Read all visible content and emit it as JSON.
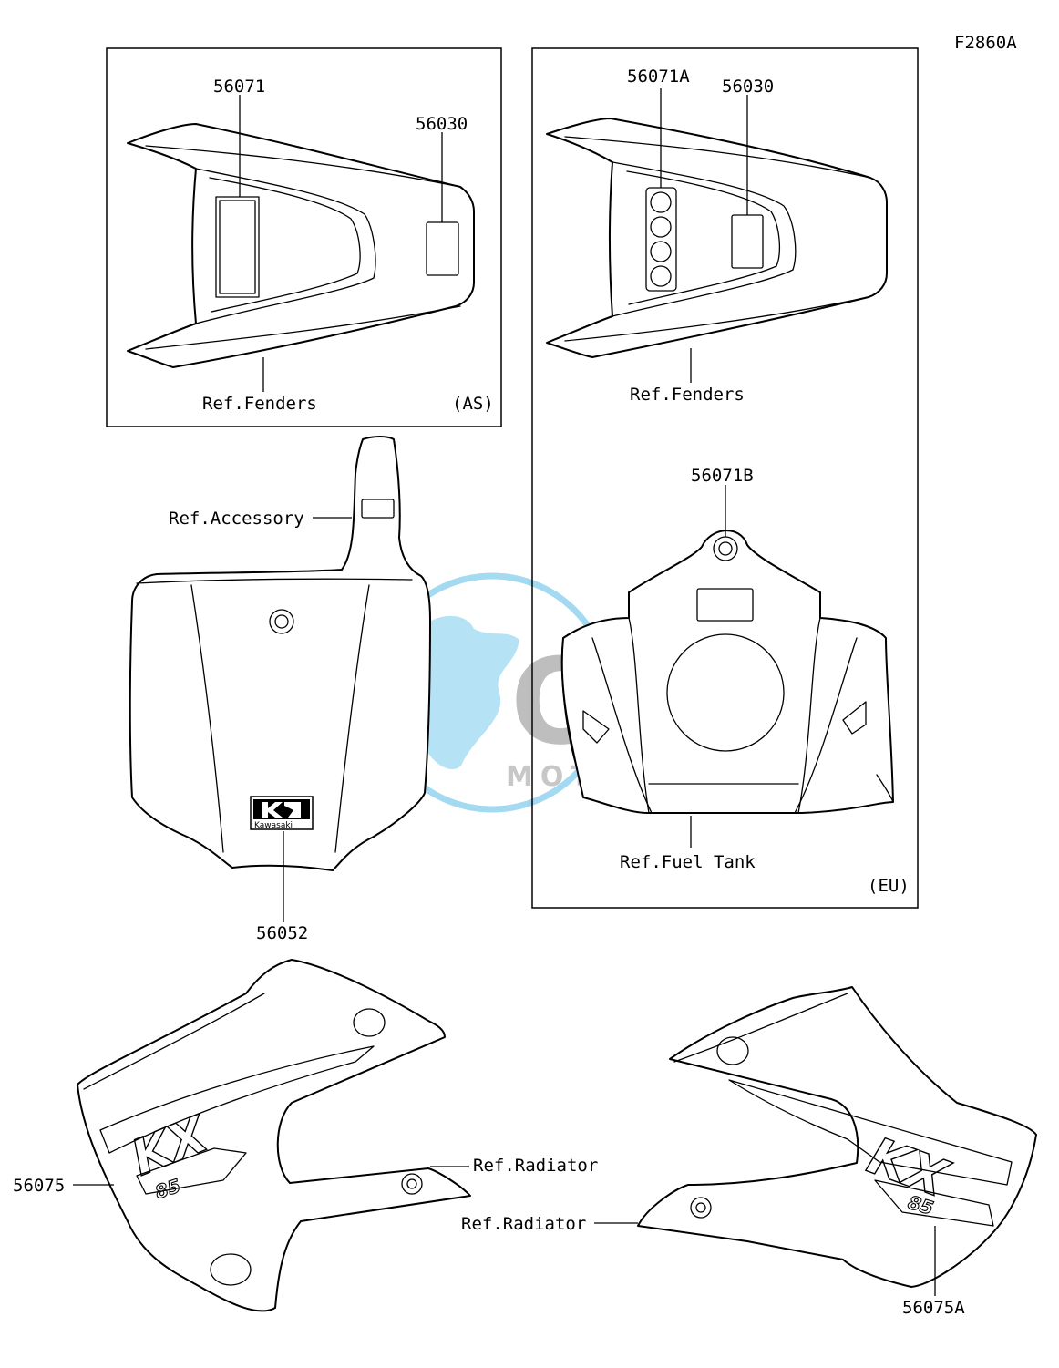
{
  "figure_code": "F2860A",
  "watermark": {
    "brand": "OEM",
    "sub": "MOTORPARTS",
    "color_blue": "#58bde6",
    "color_grey": "#9a9a9a"
  },
  "panel_as": {
    "variant": "(AS)",
    "part_56071": "56071",
    "part_56030": "56030",
    "ref_fenders": "Ref.Fenders"
  },
  "panel_eu": {
    "variant": "(EU)",
    "part_56071a": "56071A",
    "part_56030": "56030",
    "ref_fenders": "Ref.Fenders",
    "part_56071b": "56071B",
    "ref_fuel_tank": "Ref.Fuel Tank"
  },
  "number_plate": {
    "ref_accessory": "Ref.Accessory",
    "part_56052": "56052",
    "logo_text": "Kawasaki"
  },
  "shrouds": {
    "left_part": "56075",
    "left_ref": "Ref.Radiator",
    "right_part": "56075A",
    "right_ref": "Ref.Radiator",
    "model_text": "KX",
    "displacement": "85"
  }
}
